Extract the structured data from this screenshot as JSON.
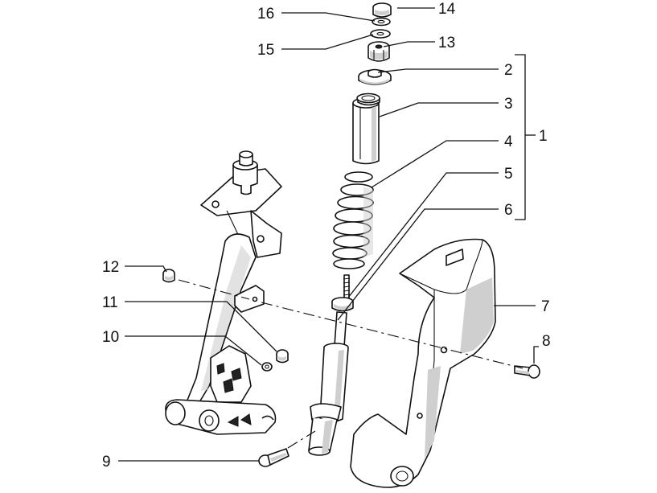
{
  "labels": {
    "p1": "1",
    "p2": "2",
    "p3": "3",
    "p4": "4",
    "p5": "5",
    "p6": "6",
    "p7": "7",
    "p8": "8",
    "p9": "9",
    "p10": "10",
    "p11": "11",
    "p12": "12",
    "p13": "13",
    "p14": "14",
    "p15": "15",
    "p16": "16"
  }
}
